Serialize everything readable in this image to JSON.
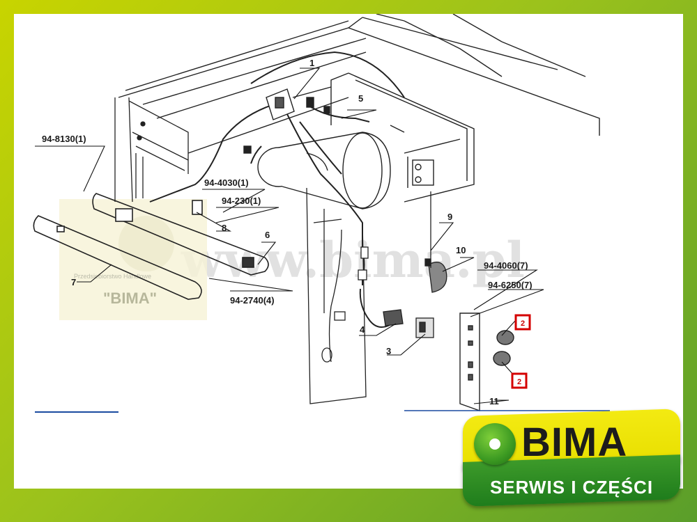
{
  "watermark": {
    "text": "www.bima.pl"
  },
  "stamp": {
    "text": "\"BIMA\"",
    "small_text": "Przedsiebiorstwo Handlowe"
  },
  "callouts": {
    "c1": "1",
    "c2a": "2",
    "c2b": "2",
    "c3": "3",
    "c4": "4",
    "c5": "5",
    "c6": "6",
    "c7": "7",
    "c8": "8",
    "c9": "9",
    "c10": "10",
    "c11": "11",
    "p8130": "94-8130(1)",
    "p4030": "94-4030(1)",
    "p230": "94-230(1)",
    "p2740": "94-2740(4)",
    "p4060": "94-4060(7)",
    "p6250": "94-6250(7)"
  },
  "logo": {
    "name": "BIMA",
    "tagline": "SERWIS I CZĘŚCI",
    "colors": {
      "yellow": "#e8df00",
      "green": "#2a8a22",
      "frame": "#9bc21c"
    }
  }
}
